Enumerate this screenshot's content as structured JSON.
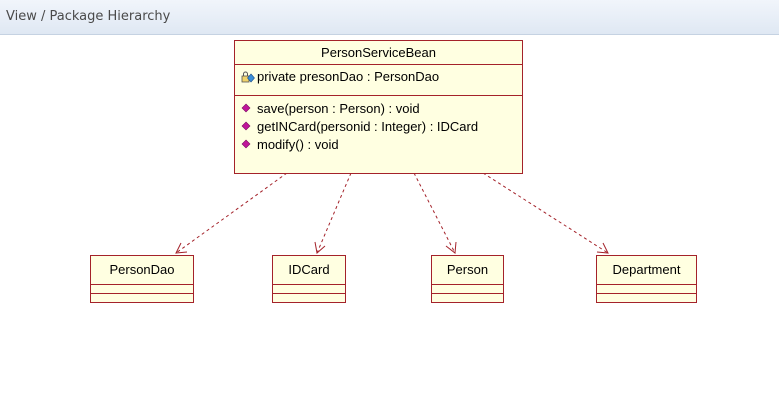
{
  "window": {
    "title": "View / Package Hierarchy"
  },
  "main_class": {
    "name": "PersonServiceBean",
    "attributes": [
      {
        "text": "private presonDao : PersonDao",
        "icon": "private-attribute-icon"
      }
    ],
    "operations": [
      {
        "text": "save(person : Person) : void",
        "icon": "operation-icon"
      },
      {
        "text": "getINCard(personid : Integer) : IDCard",
        "icon": "operation-icon"
      },
      {
        "text": "modify() : void",
        "icon": "operation-icon"
      }
    ]
  },
  "dependencies": [
    {
      "name": "PersonDao"
    },
    {
      "name": "IDCard"
    },
    {
      "name": "Person"
    },
    {
      "name": "Department"
    }
  ],
  "colors": {
    "border": "#a4222a",
    "fill": "#ffffe1",
    "operation_icon": "#c0169a",
    "lock": "#3b5ba5"
  }
}
